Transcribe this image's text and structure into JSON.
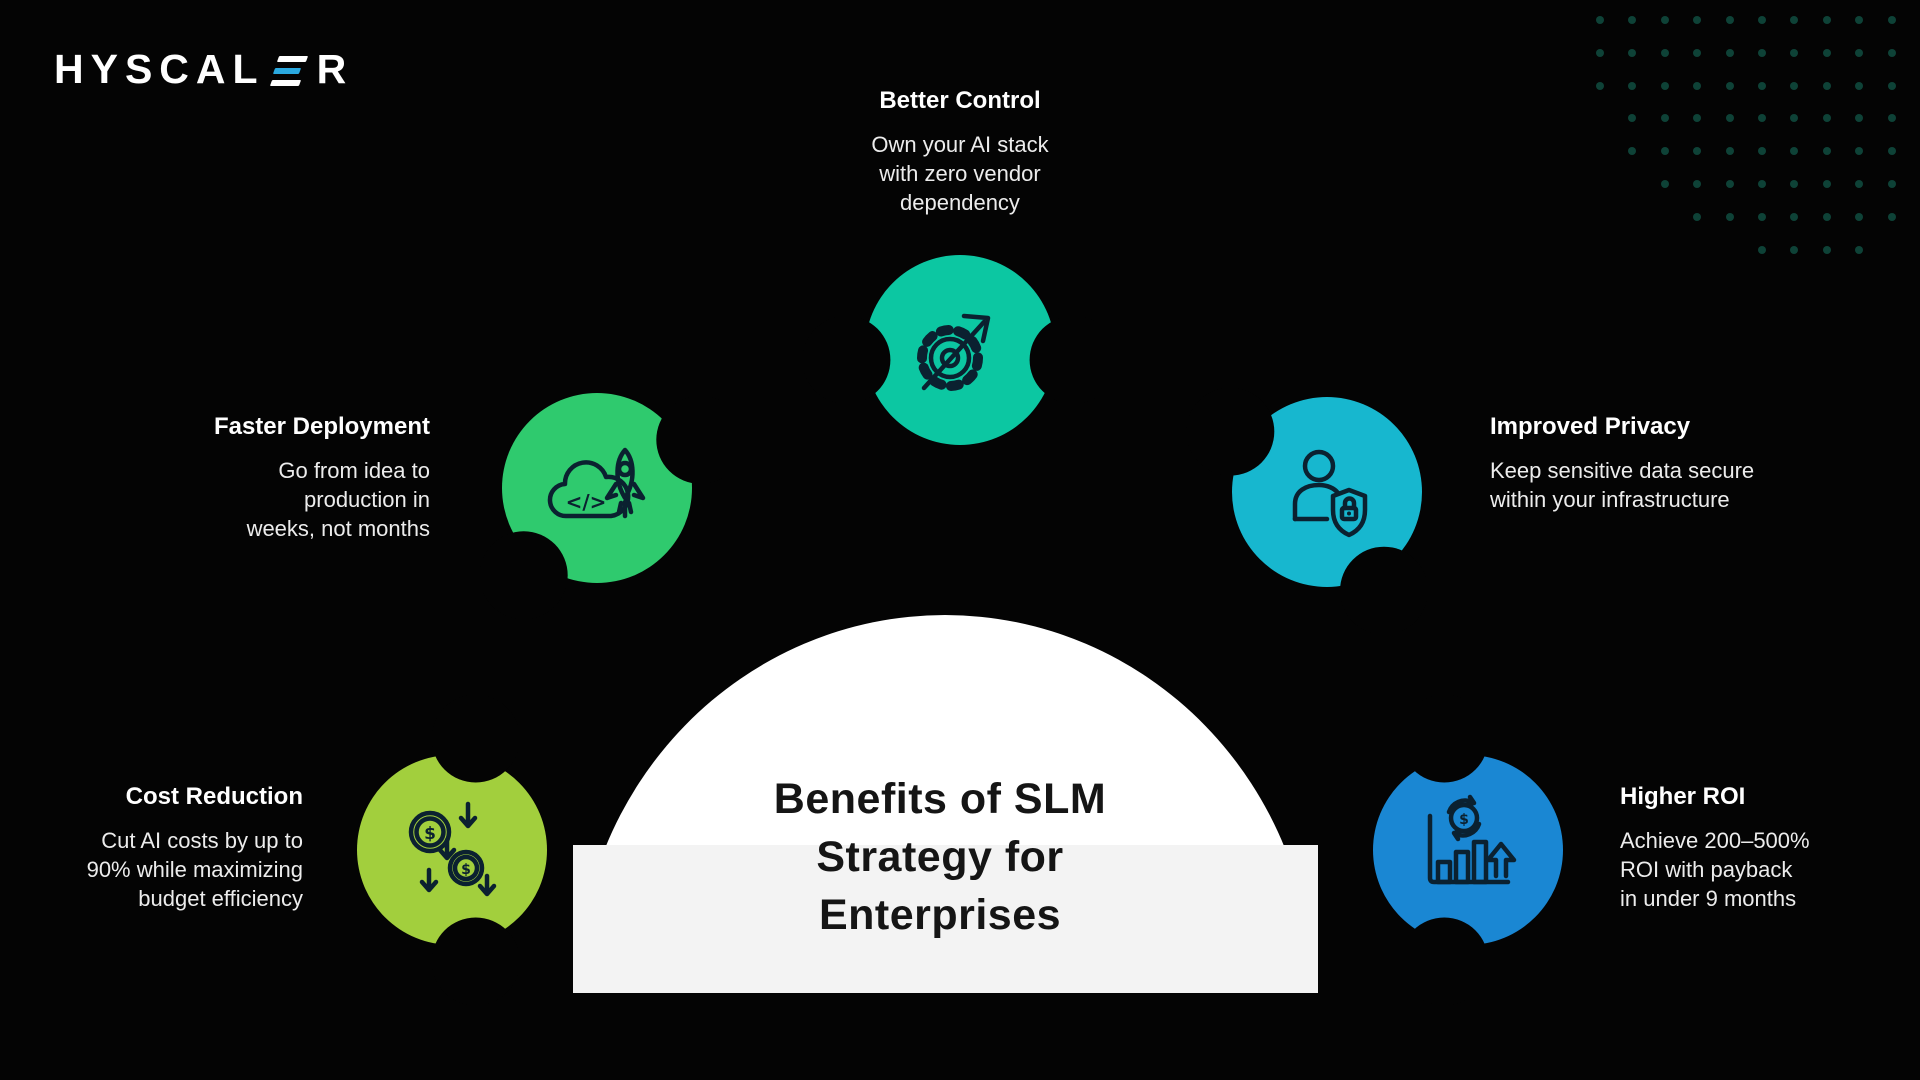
{
  "logo": {
    "text_before": "HYSCAL",
    "text_after": "R",
    "accent_color": "#2aa9e0"
  },
  "decor": {
    "dots_color": "#0e4237",
    "dots_rows": [
      [
        0,
        10
      ],
      [
        0,
        10
      ],
      [
        0,
        10
      ],
      [
        1,
        10
      ],
      [
        1,
        10
      ],
      [
        2,
        10
      ],
      [
        3,
        10
      ],
      [
        5,
        9
      ]
    ]
  },
  "center": {
    "title_lines": [
      "Benefits of SLM",
      "Strategy for",
      "Enterprises"
    ]
  },
  "icon_glyphs": {
    "code": "</>",
    "dollar": "$"
  },
  "nodes": [
    {
      "id": "better-control",
      "title": "Better Control",
      "body": "Own your AI stack\nwith zero vendor\ndependency",
      "color": "#0cc7a2",
      "icon": "gear-growth-arrow-icon"
    },
    {
      "id": "faster-deployment",
      "title": "Faster Deployment",
      "body": "Go from idea to\nproduction in\nweeks, not months",
      "color": "#2fca6e",
      "icon": "cloud-code-rocket-icon"
    },
    {
      "id": "improved-privacy",
      "title": "Improved Privacy",
      "body": "Keep sensitive data secure\nwithin your infrastructure",
      "color": "#17b7cf",
      "icon": "user-shield-lock-icon"
    },
    {
      "id": "cost-reduction",
      "title": "Cost Reduction",
      "body": "Cut AI costs by up to\n90% while maximizing\nbudget efficiency",
      "color": "#a2cf3d",
      "icon": "dollar-down-arrows-icon"
    },
    {
      "id": "higher-roi",
      "title": "Higher ROI",
      "body": "Achieve 200–500%\nROI with payback\nin under 9 months",
      "color": "#1a87d3",
      "icon": "roi-chart-icon"
    }
  ]
}
